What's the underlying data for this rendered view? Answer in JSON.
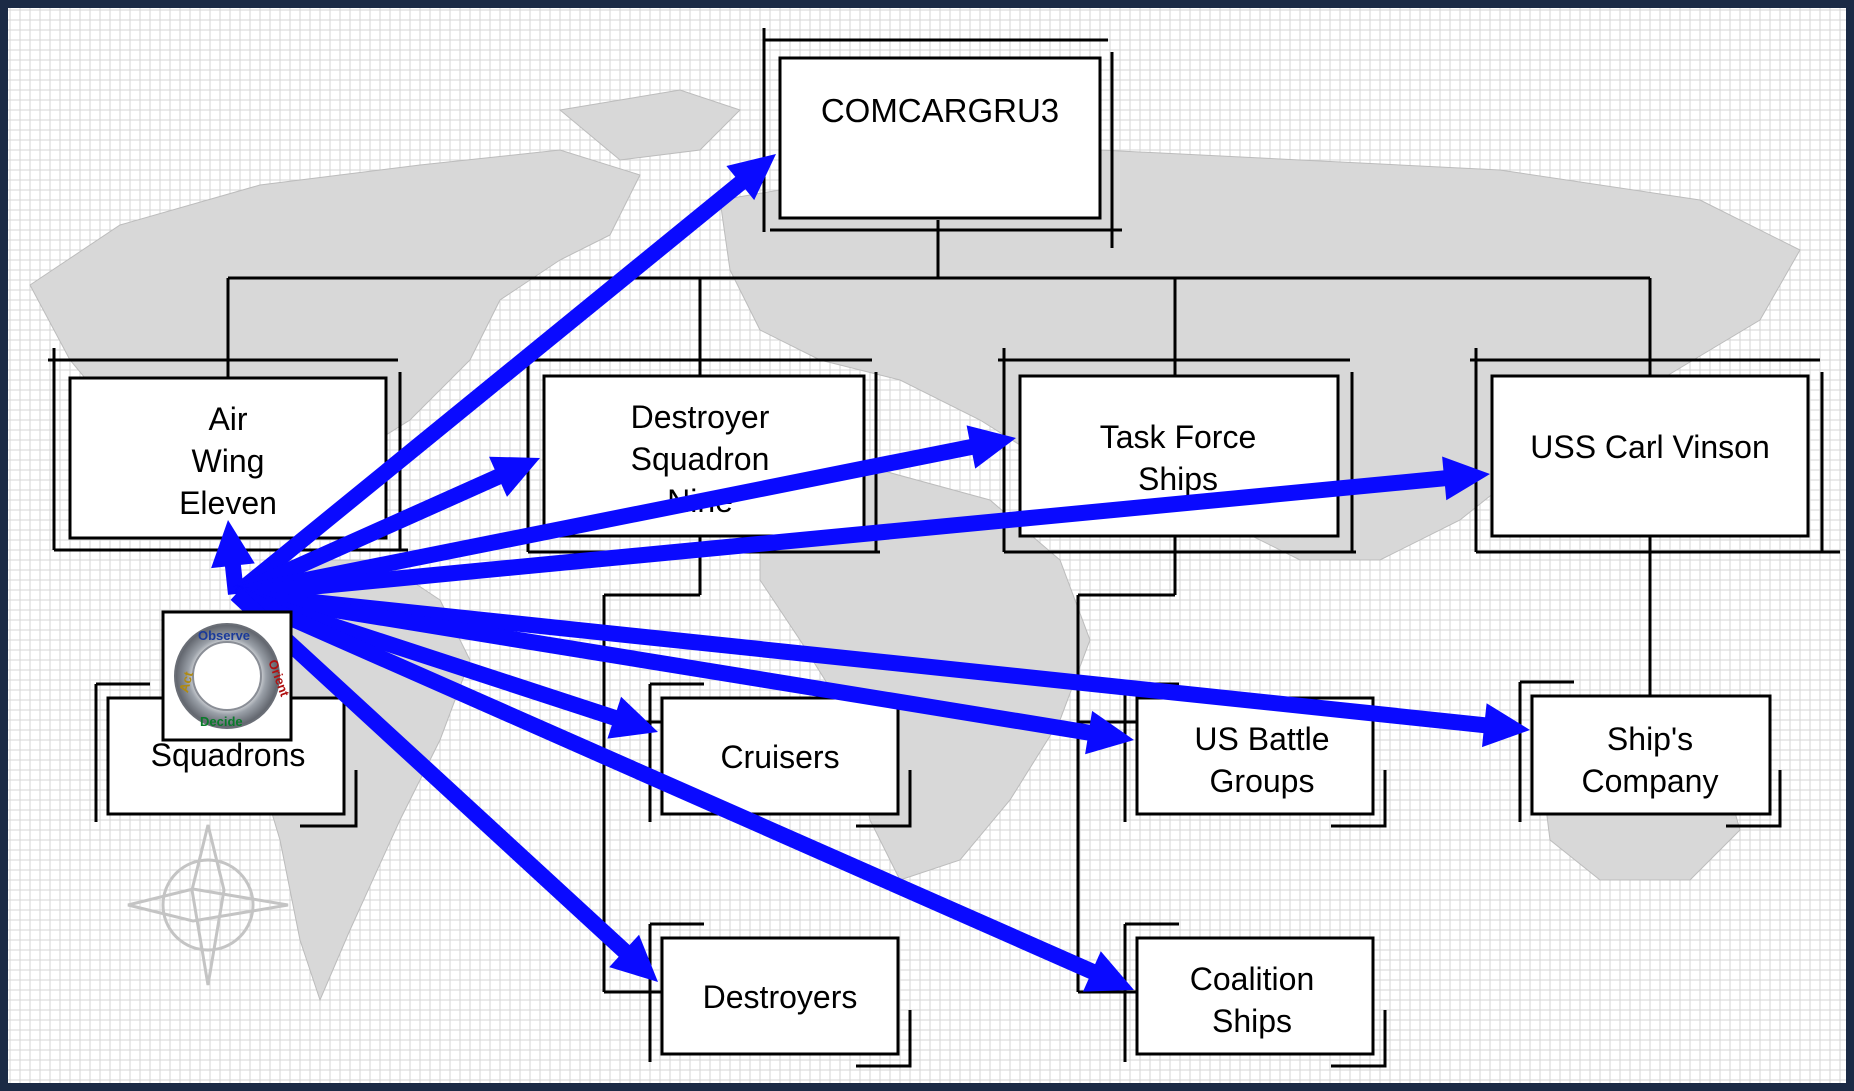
{
  "diagram": {
    "top": {
      "label": "COMCARGRU3"
    },
    "level2": [
      {
        "id": "air-wing",
        "lines": [
          "Air",
          "Wing",
          "Eleven"
        ]
      },
      {
        "id": "destroyer-squadron",
        "lines": [
          "Destroyer",
          "Squadron",
          "Nine"
        ]
      },
      {
        "id": "task-force",
        "lines": [
          "Task Force",
          "Ships"
        ]
      },
      {
        "id": "carl-vinson",
        "lines": [
          "USS Carl Vinson"
        ]
      }
    ],
    "level3": [
      {
        "id": "squadrons",
        "lines": [
          "Squadrons"
        ]
      },
      {
        "id": "cruisers",
        "lines": [
          "Cruisers"
        ]
      },
      {
        "id": "destroyers",
        "lines": [
          "Destroyers"
        ]
      },
      {
        "id": "us-battle-groups",
        "lines": [
          "US Battle",
          "Groups"
        ]
      },
      {
        "id": "coalition-ships",
        "lines": [
          "Coalition",
          "Ships"
        ]
      },
      {
        "id": "ships-company",
        "lines": [
          "Ship's",
          "Company"
        ]
      }
    ],
    "ooda": {
      "labels": [
        "Observe",
        "Orient",
        "Decide",
        "Act"
      ]
    },
    "colors": {
      "arrow": "#0a0aff",
      "frame": "#1b2a45",
      "map": "#dcdcdc",
      "grid": "#f2f2f2"
    }
  }
}
